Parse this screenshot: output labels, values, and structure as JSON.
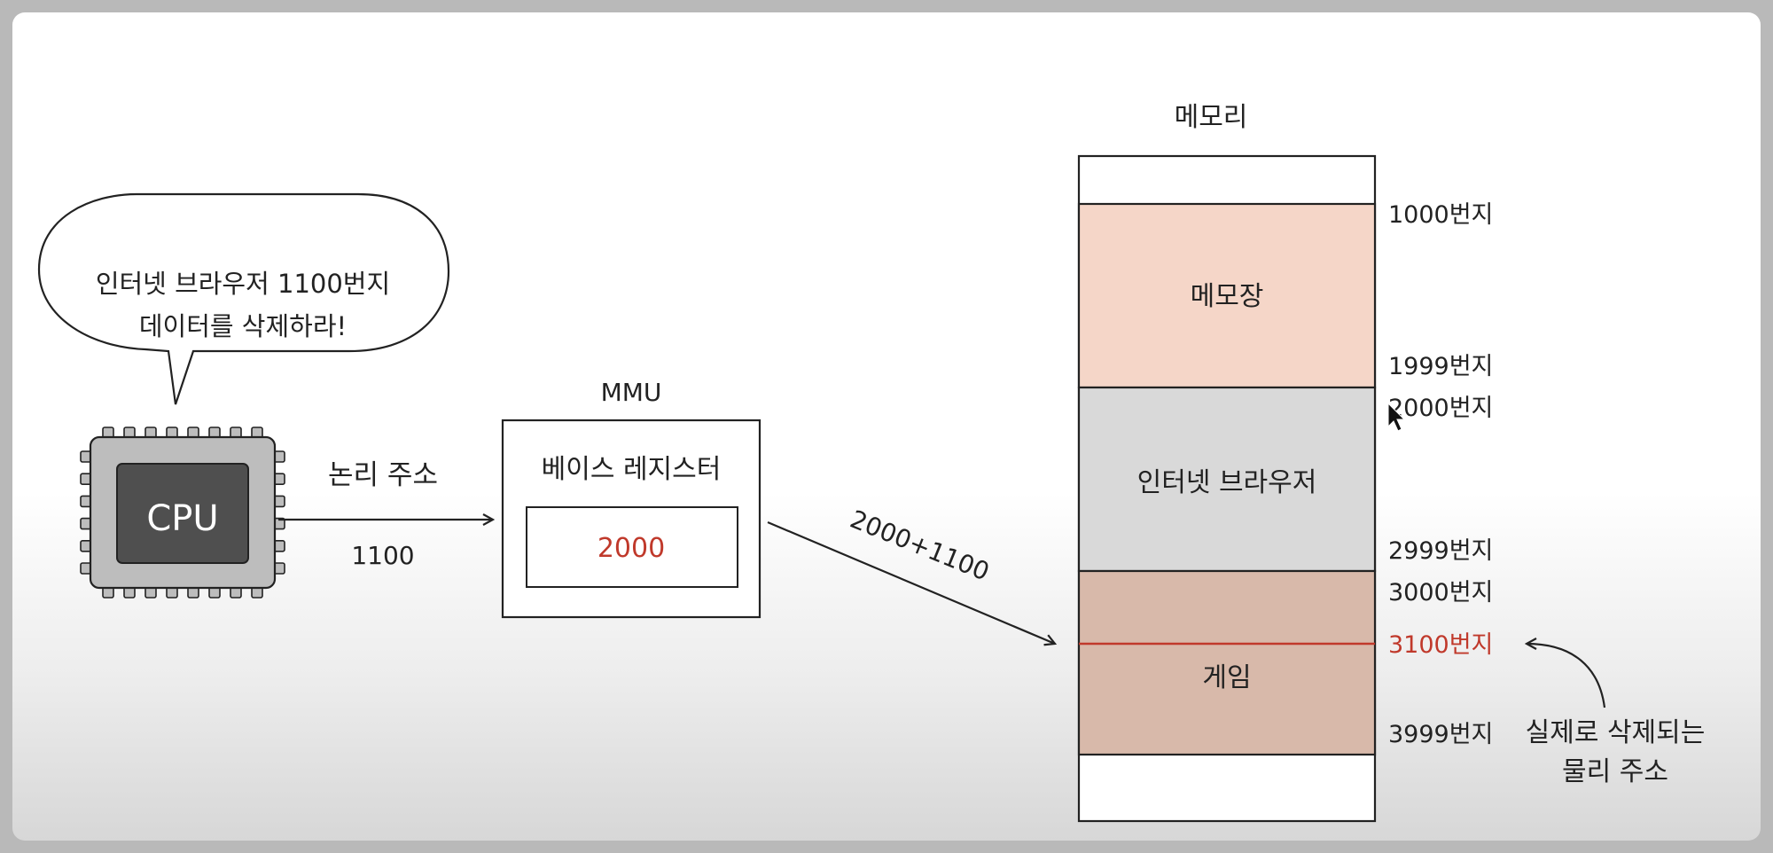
{
  "speech_bubble": {
    "line1": "인터넷 브라우저 1100번지",
    "line2": "데이터를 삭제하라!"
  },
  "cpu": {
    "label": "CPU"
  },
  "arrow_cpu_mmu": {
    "top_label": "논리 주소",
    "bottom_label": "1100"
  },
  "mmu": {
    "title": "MMU",
    "register_label": "베이스 레지스터",
    "register_value": "2000"
  },
  "arrow_mmu_memory": {
    "label": "2000+1100"
  },
  "memory": {
    "title": "메모리",
    "segments": [
      {
        "label": "메모장",
        "color": "#f5d6c8"
      },
      {
        "label": "인터넷 브라우저",
        "color": "#d9d9d9"
      },
      {
        "label": "게임",
        "color": "#d8b9aa"
      }
    ],
    "addresses": [
      "1000번지",
      "1999번지",
      "2000번지",
      "2999번지",
      "3000번지",
      "3100번지",
      "3999번지"
    ]
  },
  "physical_note": {
    "line1": "실제로 삭제되는",
    "line2": "물리 주소"
  },
  "colors": {
    "highlight": "#c0392b",
    "stroke": "#222222"
  }
}
